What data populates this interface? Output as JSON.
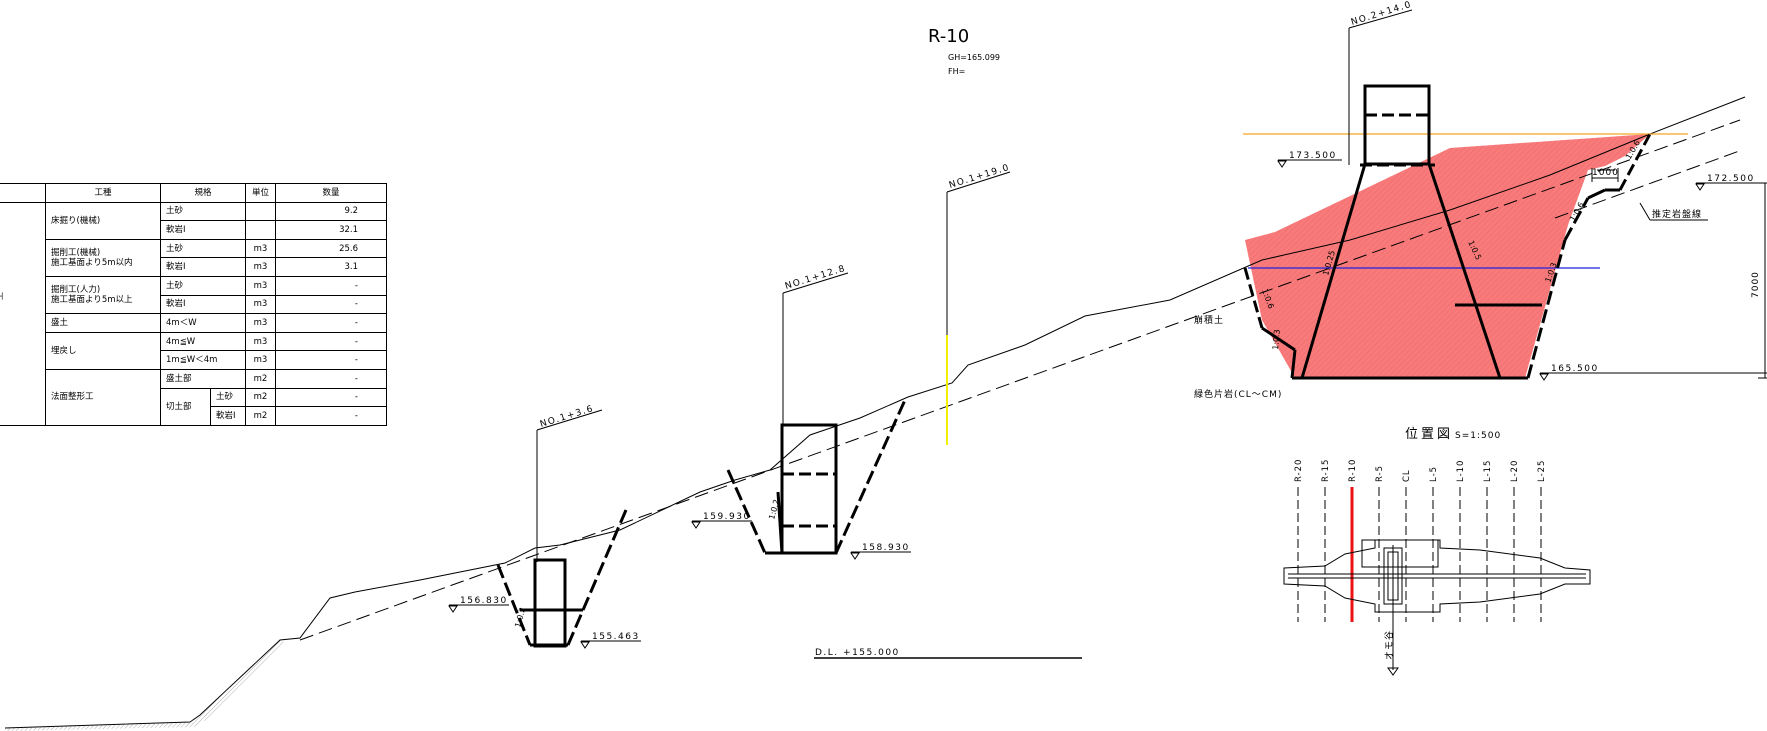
{
  "section": {
    "title": "R-10",
    "gh": "GH=165.099",
    "fh": "FH="
  },
  "stations": [
    "NO.1+3.6",
    "NO.1+12.8",
    "NO.1+19.0",
    "NO.2+14.0"
  ],
  "elevations": {
    "e155_463": "155.463",
    "e156_830": "156.830",
    "e158_930": "158.930",
    "e159_930": "159.930",
    "e165_500": "165.500",
    "e172_500": "172.500",
    "e173_500": "173.500"
  },
  "slopes": {
    "s1_0_2a": "1:0.2",
    "s1_0_2b": "1:0.2",
    "s1_0_25": "1:0.25",
    "s1_0_5": "1:0.5",
    "s1_0_3a": "1:0.3",
    "s1_0_3b": "1:0.3",
    "s1_0_6a": "1:0.6",
    "s1_0_6b": "1:0.6",
    "s1_0_6c": "1:0.6"
  },
  "dims": {
    "d1000": "1000",
    "d7000": "7000"
  },
  "labels": {
    "datum": "D.L. +155.000",
    "colluvium": "崩積土",
    "schist": "緑色片岩(CL～CM)",
    "rock_line": "推定岩盤線",
    "edge_char": "土"
  },
  "location_map": {
    "title": "位置図",
    "scale": "S=1:500",
    "lines": [
      "R-20",
      "R-15",
      "R-10",
      "R-5",
      "CL",
      "L-5",
      "L-10",
      "L-15",
      "L-20",
      "L-25"
    ],
    "highlight": "R-10",
    "axis_label": "オモ谷"
  },
  "table": {
    "headers": [
      "工種",
      "規格",
      "単位",
      "数量"
    ],
    "rows": {
      "r1": {
        "name": "床掘り(機械)",
        "spec": "土砂",
        "unit": "",
        "qty": "9.2"
      },
      "r2": {
        "spec": "軟岩I",
        "unit": "",
        "qty": "32.1"
      },
      "r3": {
        "name1": "掘削工(機械)",
        "name2": "施工基面より5m以内",
        "spec": "土砂",
        "unit": "m3",
        "qty": "25.6"
      },
      "r4": {
        "spec": "軟岩I",
        "unit": "m3",
        "qty": "3.1"
      },
      "r5": {
        "name1": "掘削工(人力)",
        "name2": "施工基面より5m以上",
        "spec": "土砂",
        "unit": "m3",
        "qty": "-"
      },
      "r6": {
        "spec": "軟岩I",
        "unit": "m3",
        "qty": "-"
      },
      "r7": {
        "name": "盛土",
        "spec": "4m＜W",
        "unit": "m3",
        "qty": "-"
      },
      "r8": {
        "name": "埋戻し",
        "spec": "4m≦W",
        "unit": "m3",
        "qty": "-"
      },
      "r9": {
        "spec": "1m≦W＜4m",
        "unit": "m3",
        "qty": "-"
      },
      "r10": {
        "name": "法面整形工",
        "spec": "盛土部",
        "unit": "m2",
        "qty": "-"
      },
      "r11": {
        "spec": "切土部",
        "sub": "土砂",
        "unit": "m2",
        "qty": "-"
      },
      "r12": {
        "sub": "軟岩I",
        "unit": "m2",
        "qty": "-"
      }
    }
  },
  "colors": {
    "excavation_fill": "#f97a7a",
    "orange_line": "#f5a623",
    "blue_line": "#2222dd",
    "yellow_line": "#f2f200",
    "highlight_red": "#ee1111"
  }
}
